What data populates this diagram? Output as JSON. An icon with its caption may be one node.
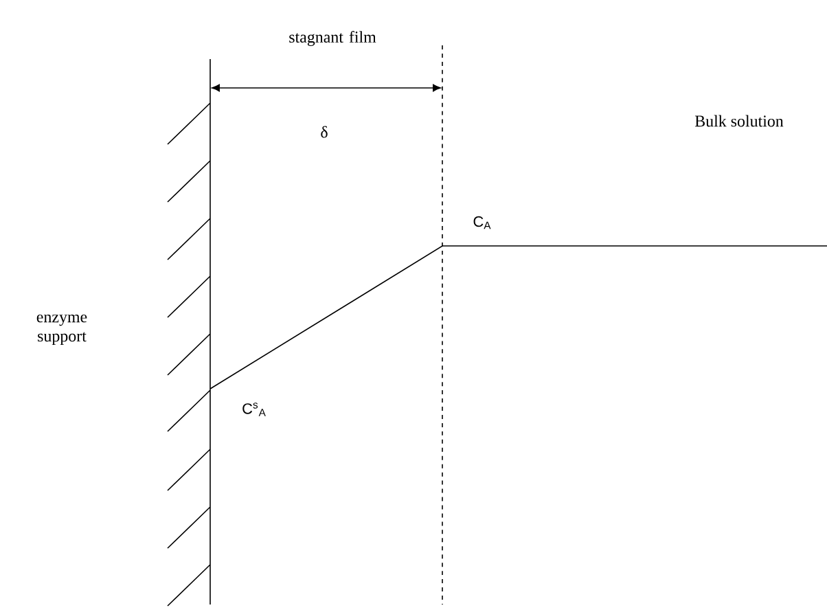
{
  "diagram": {
    "labels": [
      "stagnant film",
      "δ",
      "Bulk solution",
      "C$_{A}$",
      "enzyme support",
      "C$^{s}$$_{A}$"
    ]
  }
}
